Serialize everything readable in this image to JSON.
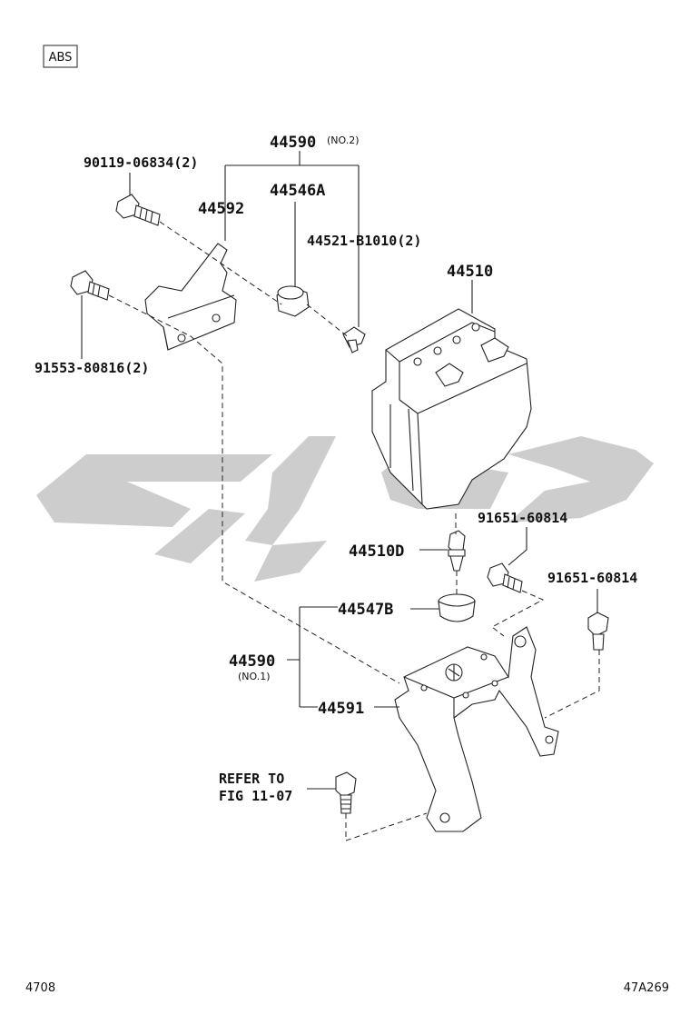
{
  "header": {
    "tag": "ABS"
  },
  "footer": {
    "left": "4708",
    "right": "47A269"
  },
  "parts": {
    "p44590_no2": {
      "number": "44590",
      "qualifier": "(NO.2)"
    },
    "p90119": "90119-06834(2)",
    "p44546A": "44546A",
    "p44592": "44592",
    "p44521": "44521-B1010(2)",
    "p44510": "44510",
    "p91553": "91553-80816(2)",
    "p91651_a": "91651-60814",
    "p44510D": "44510D",
    "p91651_b": "91651-60814",
    "p44547B": "44547B",
    "p44590_no1": {
      "number": "44590",
      "qualifier": "(NO.1)"
    },
    "p44591": "44591",
    "refer": {
      "line1": "REFER TO",
      "line2": "FIG 11-07"
    }
  },
  "colors": {
    "line": "#222222",
    "watermark": "#c8c8c8",
    "background": "#ffffff"
  }
}
